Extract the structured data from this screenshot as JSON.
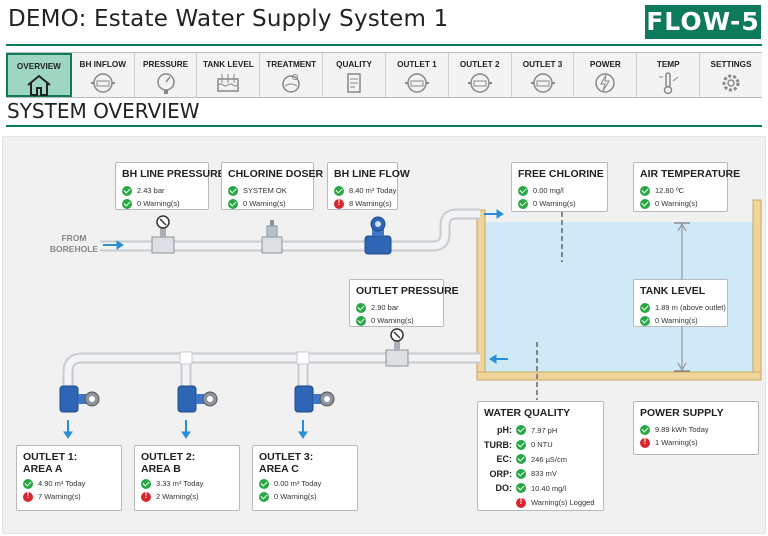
{
  "header": {
    "title": "DEMO: Estate Water Supply System 1",
    "logo": "FLOW-5"
  },
  "nav": {
    "tabs": [
      {
        "label": "OVERVIEW",
        "icon": "home-icon",
        "active": true
      },
      {
        "label": "BH INFLOW",
        "icon": "flow-meter-icon"
      },
      {
        "label": "PRESSURE",
        "icon": "pressure-gauge-icon"
      },
      {
        "label": "TANK LEVEL",
        "icon": "tank-level-icon"
      },
      {
        "label": "TREATMENT",
        "icon": "treatment-icon"
      },
      {
        "label": "QUALITY",
        "icon": "quality-icon"
      },
      {
        "label": "OUTLET 1",
        "icon": "flow-meter-icon"
      },
      {
        "label": "OUTLET 2",
        "icon": "flow-meter-icon"
      },
      {
        "label": "OUTLET 3",
        "icon": "flow-meter-icon"
      },
      {
        "label": "POWER",
        "icon": "power-icon"
      },
      {
        "label": "TEMP",
        "icon": "temperature-icon"
      },
      {
        "label": "SETTINGS",
        "icon": "settings-icon"
      }
    ]
  },
  "section": {
    "title": "SYSTEM OVERVIEW"
  },
  "colors": {
    "accent": "#0d7a5b",
    "pipe_arrow": "#2a8fd6",
    "valve_blue": "#2e66b5",
    "tank_water": "#cfe9f6",
    "tank_wall": "#efd49c",
    "ok": "#27a844",
    "warning": "#d9262e"
  },
  "diagram": {
    "from_borehole": "FROM\nBOREHOLE",
    "bh_line_pressure": {
      "title": "BH LINE PRESSURE",
      "value": "2.43 bar",
      "warnings": "0 Warning(s)"
    },
    "chlorine_doser": {
      "title": "CHLORINE DOSER",
      "value": "SYSTEM OK",
      "warnings": "0 Warning(s)"
    },
    "bh_line_flow": {
      "title": "BH LINE FLOW",
      "value": "8.40 m³ Today",
      "warnings": "8 Warning(s)"
    },
    "free_chlorine": {
      "title": "FREE CHLORINE",
      "value": "0.00 mg/l",
      "warnings": "0 Warning(s)"
    },
    "air_temperature": {
      "title": "AIR TEMPERATURE",
      "value": "12.80 ºC",
      "warnings": "0 Warning(s)"
    },
    "tank_level": {
      "title": "TANK LEVEL",
      "value": "1.89 m (above outlet)",
      "warnings": "0 Warning(s)"
    },
    "outlet_pressure": {
      "title": "OUTLET  PRESSURE",
      "value": "2.90 bar",
      "warnings": "0 Warning(s)"
    },
    "outlet1": {
      "title": "OUTLET  1:",
      "area": "AREA A",
      "value": "4.90 m³ Today",
      "warnings": "7 Warning(s)"
    },
    "outlet2": {
      "title": "OUTLET  2:",
      "area": "AREA B",
      "value": "3.33 m³ Today",
      "warnings": "2 Warning(s)"
    },
    "outlet3": {
      "title": "OUTLET  3:",
      "area": "AREA C",
      "value": "0.00 m³ Today",
      "warnings": "0 Warning(s)"
    },
    "water_quality": {
      "title": "WATER QUALITY",
      "rows": [
        {
          "key": "pH:",
          "value": "7.97 pH"
        },
        {
          "key": "TURB:",
          "value": "0 NTU"
        },
        {
          "key": "EC:",
          "value": "246 µS/cm"
        },
        {
          "key": "ORP:",
          "value": "833 mV"
        },
        {
          "key": "DO:",
          "value": "10.40 mg/l"
        }
      ],
      "warnings": "Warning(s) Logged"
    },
    "power_supply": {
      "title": "POWER SUPPLY",
      "value": "9.89 kWh Today",
      "warnings": "1 Warning(s)"
    }
  }
}
